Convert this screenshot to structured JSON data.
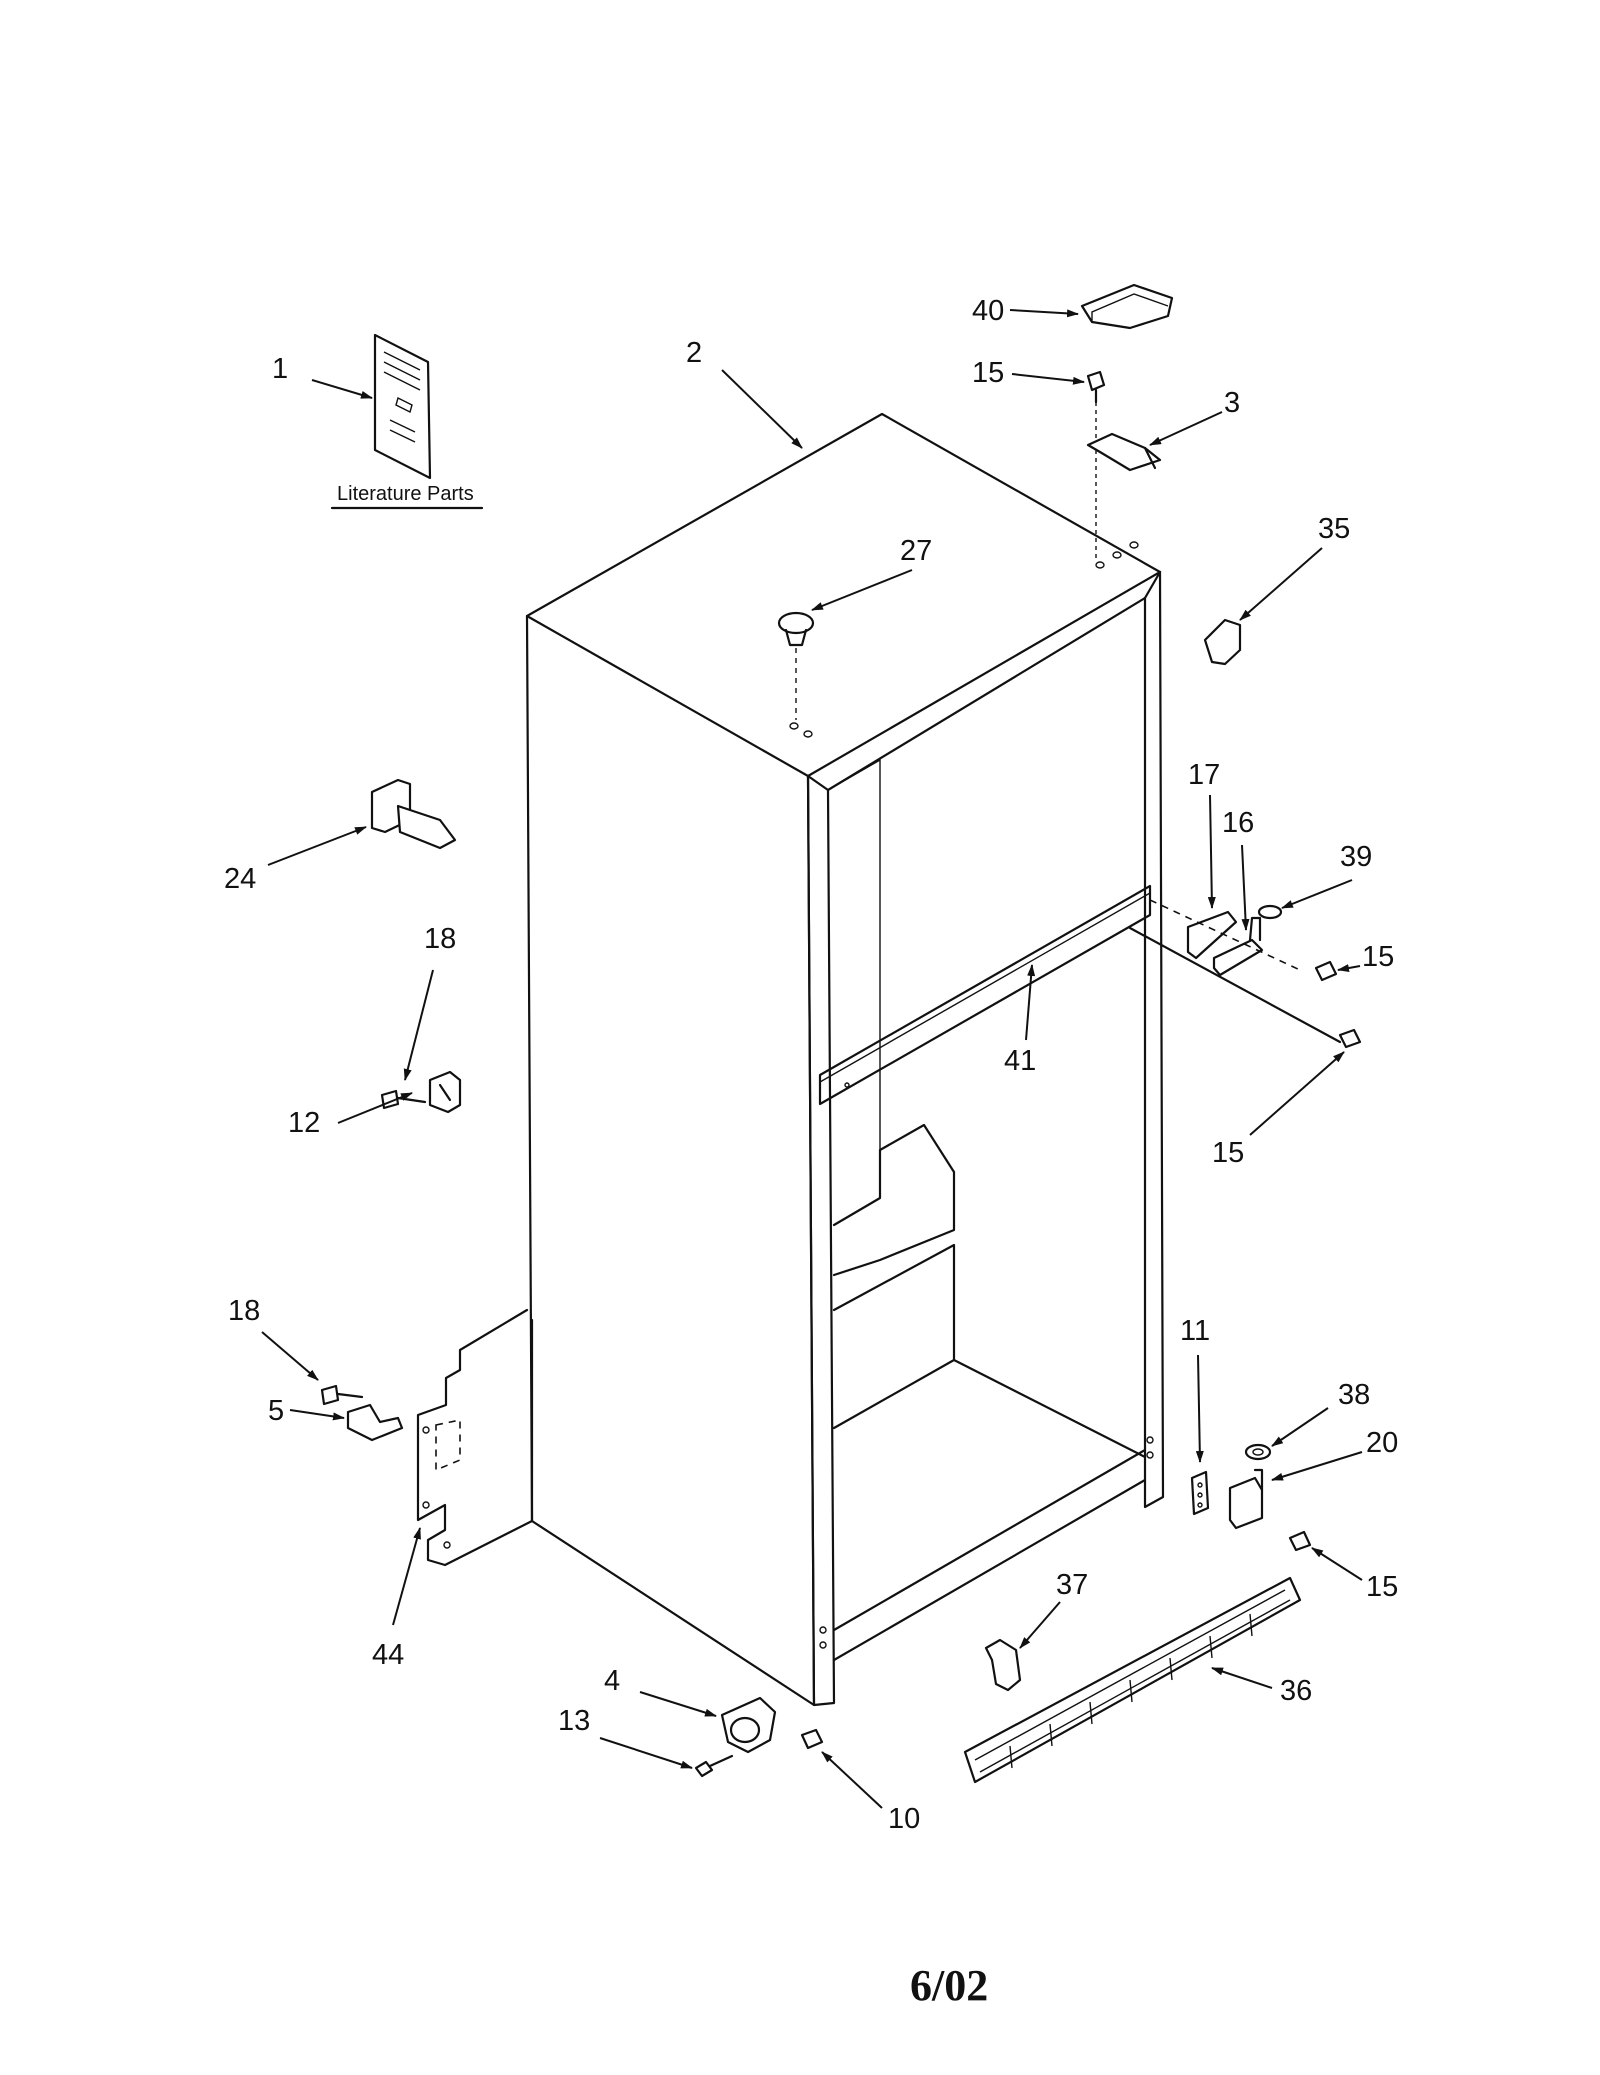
{
  "literature_label": "Literature Parts",
  "footer_date": "6/02",
  "callouts": [
    {
      "id": "1",
      "text": "1"
    },
    {
      "id": "2",
      "text": "2"
    },
    {
      "id": "40",
      "text": "40"
    },
    {
      "id": "15a",
      "text": "15"
    },
    {
      "id": "3",
      "text": "3"
    },
    {
      "id": "35",
      "text": "35"
    },
    {
      "id": "27",
      "text": "27"
    },
    {
      "id": "24",
      "text": "24"
    },
    {
      "id": "18a",
      "text": "18"
    },
    {
      "id": "12",
      "text": "12"
    },
    {
      "id": "17",
      "text": "17"
    },
    {
      "id": "16",
      "text": "16"
    },
    {
      "id": "39",
      "text": "39"
    },
    {
      "id": "15b",
      "text": "15"
    },
    {
      "id": "41",
      "text": "41"
    },
    {
      "id": "15c",
      "text": "15"
    },
    {
      "id": "18b",
      "text": "18"
    },
    {
      "id": "5",
      "text": "5"
    },
    {
      "id": "11",
      "text": "11"
    },
    {
      "id": "38",
      "text": "38"
    },
    {
      "id": "20",
      "text": "20"
    },
    {
      "id": "15d",
      "text": "15"
    },
    {
      "id": "44",
      "text": "44"
    },
    {
      "id": "37",
      "text": "37"
    },
    {
      "id": "36",
      "text": "36"
    },
    {
      "id": "4",
      "text": "4"
    },
    {
      "id": "13",
      "text": "13"
    },
    {
      "id": "10",
      "text": "10"
    }
  ]
}
